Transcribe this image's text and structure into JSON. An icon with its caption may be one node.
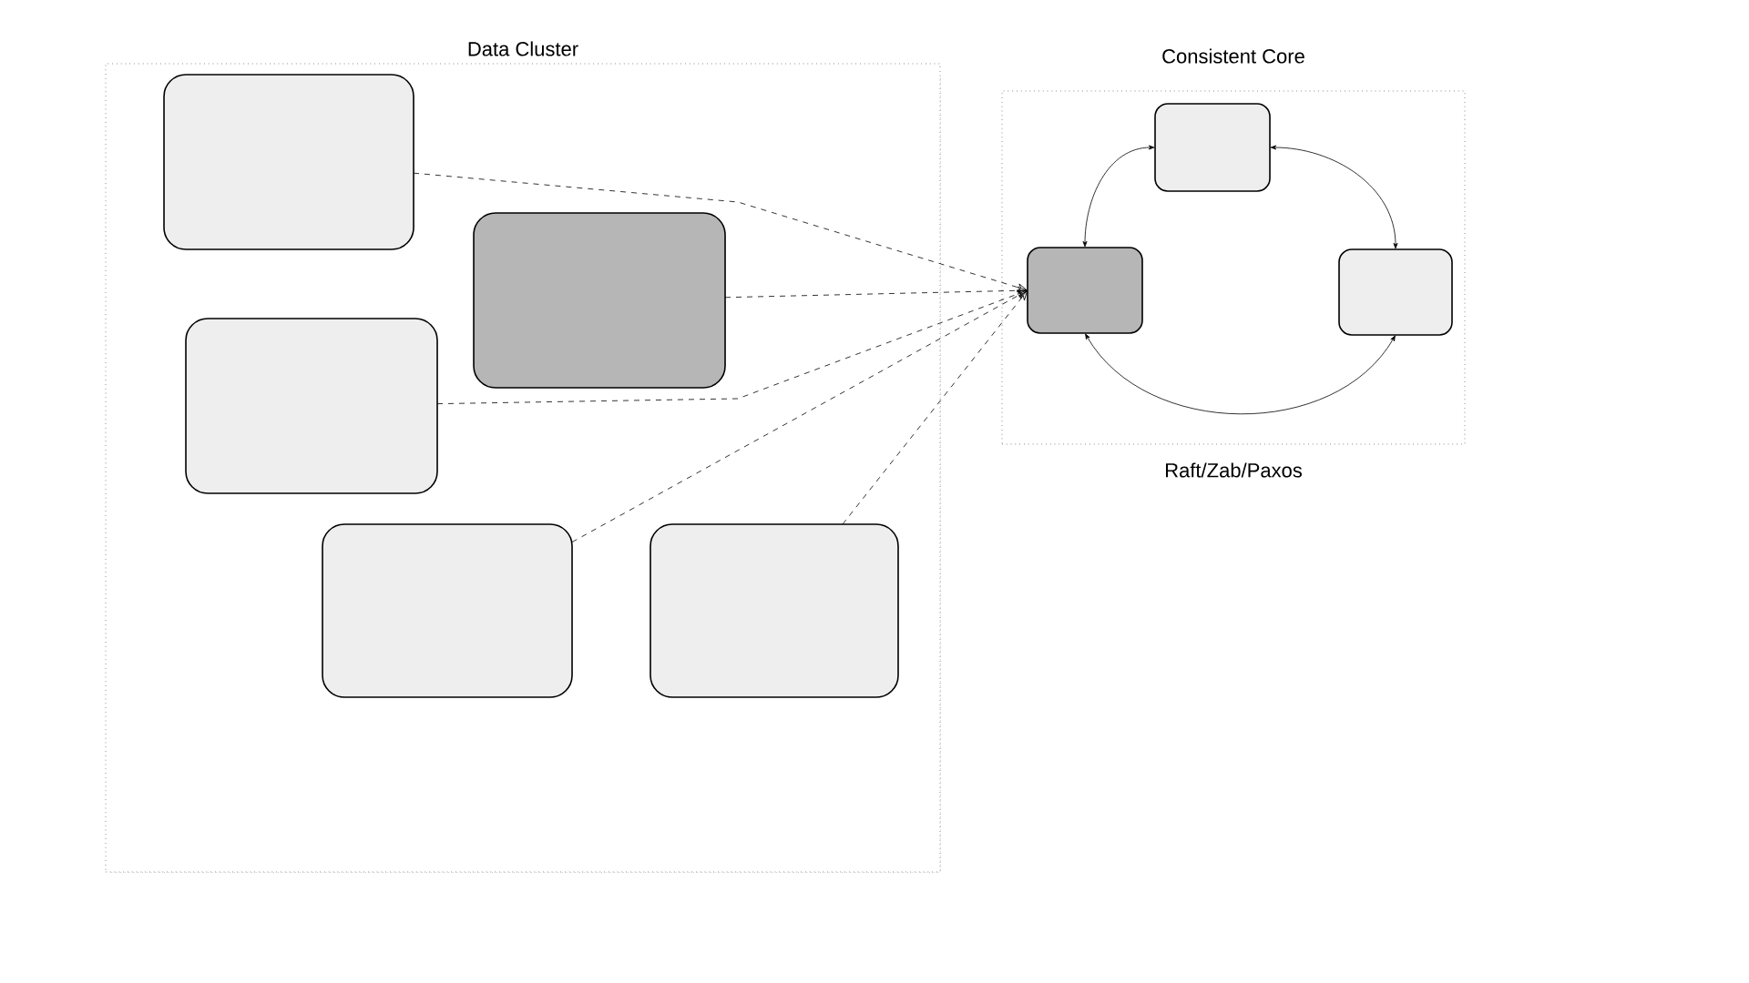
{
  "diagram": {
    "nodes": [
      {
        "text": [
          "Data Cluster"
        ]
      },
      {
        "text": [
          "Consistent Core"
        ],
        "beside": [
          "Raft/Zab/Paxos"
        ]
      },
      {
        "text": [],
        "shape": "box",
        "in": 0
      },
      {
        "text": [],
        "shape": "box",
        "in": 0
      },
      {
        "text": [],
        "shape": "box",
        "in": 0
      },
      {
        "text": [],
        "shape": "box",
        "in": 0
      },
      {
        "text": [],
        "shape": "box",
        "in": 0
      },
      {
        "text": [],
        "shape": "box",
        "in": 1
      },
      {
        "text": [],
        "shape": "box",
        "in": 1
      },
      {
        "text": [],
        "shape": "box",
        "in": 1
      }
    ],
    "edges": [
      {
        "from": 2,
        "to": 8,
        "arrow": "to",
        "style": "dashed"
      },
      {
        "from": 3,
        "to": 8,
        "arrow": "to",
        "style": "dashed"
      },
      {
        "from": 4,
        "to": 8,
        "arrow": "to",
        "style": "dashed"
      },
      {
        "from": 5,
        "to": 8,
        "arrow": "to",
        "style": "dashed"
      },
      {
        "from": 6,
        "to": 8,
        "arrow": "to",
        "style": "dashed"
      },
      {
        "from": 7,
        "to": 8,
        "arrow": "both"
      },
      {
        "from": 7,
        "to": 9,
        "arrow": "both"
      },
      {
        "from": 8,
        "to": 9,
        "arrow": "both"
      }
    ]
  }
}
